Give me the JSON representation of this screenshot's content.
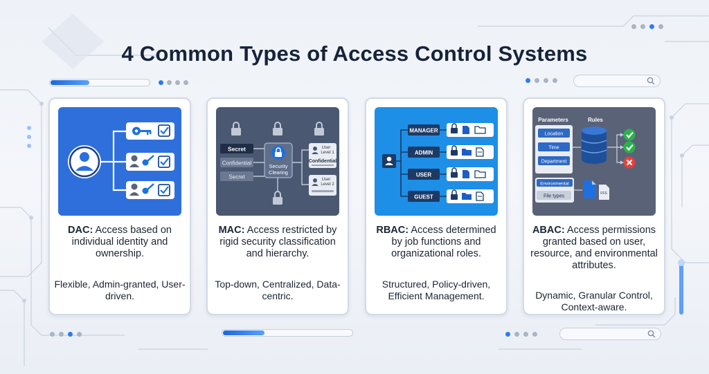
{
  "title": "4 Common Types of Access Control Systems",
  "colors": {
    "dac_panel": "#2f6fdc",
    "mac_panel": "#4a5872",
    "rbac_panel": "#1e8fe6",
    "abac_panel": "#5a6278",
    "check": "#2bb24c",
    "cross": "#e5413b"
  },
  "cards": [
    {
      "term": "DAC:",
      "description": "Access based on individual identity and ownership.",
      "traits": "Flexible, Admin-granted, User-driven.",
      "icons": [
        "user-icon",
        "key-icon",
        "checkbox-icon"
      ]
    },
    {
      "term": "MAC:",
      "description": "Access restricted by rigid security classification and hierarchy.",
      "traits": "Top-down, Centralized, Data-centric.",
      "labels": {
        "secret": "Secret",
        "confidential": "Confidential",
        "secret2": "Secret",
        "clearing_line1": "Security",
        "clearing_line2": "Clearing",
        "user_level1_line1": "User",
        "user_level1_line2": "Level 1",
        "confidential2": "Confidential",
        "user_level2_line1": "User",
        "user_level2_line2": "Level 2"
      },
      "icons": [
        "lock-icon",
        "user-icon"
      ]
    },
    {
      "term": "RBAC:",
      "description": "Access determined by job functions and organizational roles.",
      "traits": "Structured, Policy-driven, Efficient Management.",
      "roles": [
        "MANAGER",
        "ADMIN",
        "USER",
        "GUEST"
      ],
      "icons": [
        "user-icon",
        "lock-icon",
        "folder-icon",
        "document-icon"
      ]
    },
    {
      "term": "ABAC:",
      "description": "Access permissions granted based on user, resource, and environmental attributes.",
      "traits": "Dynamic, Granular Control, Context-aware.",
      "labels": {
        "parameters": "Parameters",
        "rules": "Rules",
        "location": "Location",
        "time": "Time",
        "department": "Department",
        "environmental": "Environmental",
        "file_types": "File types",
        "file_badge": "FFS"
      },
      "icons": [
        "database-icon",
        "check-icon",
        "cross-icon",
        "document-icon"
      ]
    }
  ]
}
